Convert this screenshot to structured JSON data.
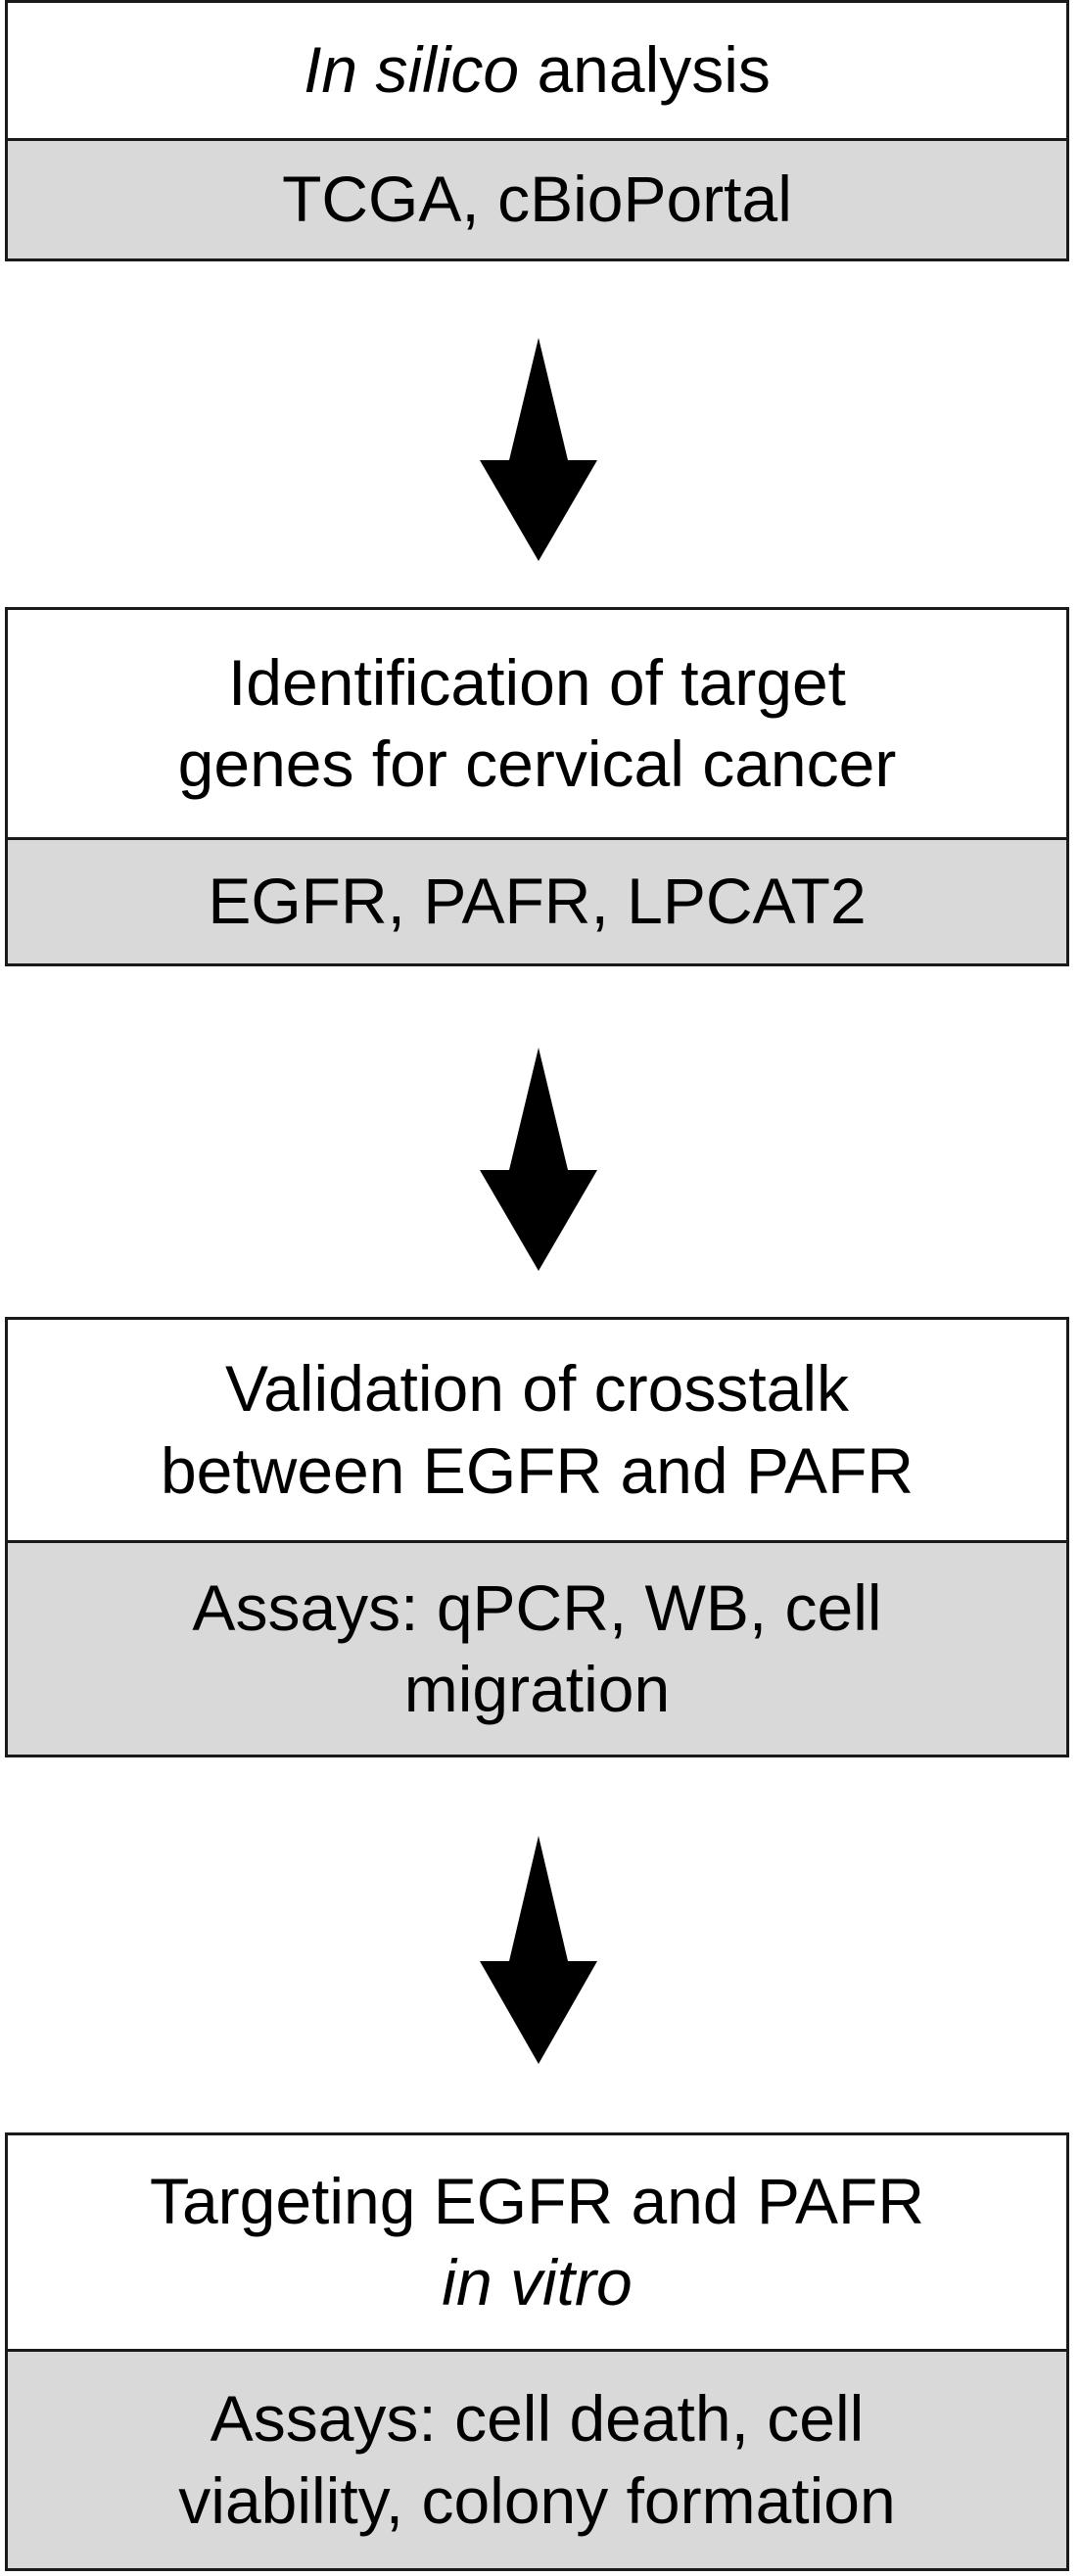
{
  "colors": {
    "box_fill": "#ffffff",
    "detail_fill": "#d9d9d9",
    "border": "#1a1a1a",
    "arrow": "#000000"
  },
  "steps": [
    {
      "title_italic": "In silico",
      "title_rest": " analysis",
      "detail": "TCGA, cBioPortal"
    },
    {
      "title_line1": "Identification of target",
      "title_line2": "genes for cervical cancer",
      "detail": "EGFR, PAFR, LPCAT2"
    },
    {
      "title_line1": "Validation of crosstalk",
      "title_line2": "between EGFR and PAFR",
      "detail_line1": "Assays: qPCR, WB, cell",
      "detail_line2": "migration"
    },
    {
      "title_line1": "Targeting EGFR and PAFR",
      "title_italic_line2": "in vitro",
      "detail_line1": "Assays: cell death, cell",
      "detail_line2": "viability, colony formation"
    }
  ]
}
